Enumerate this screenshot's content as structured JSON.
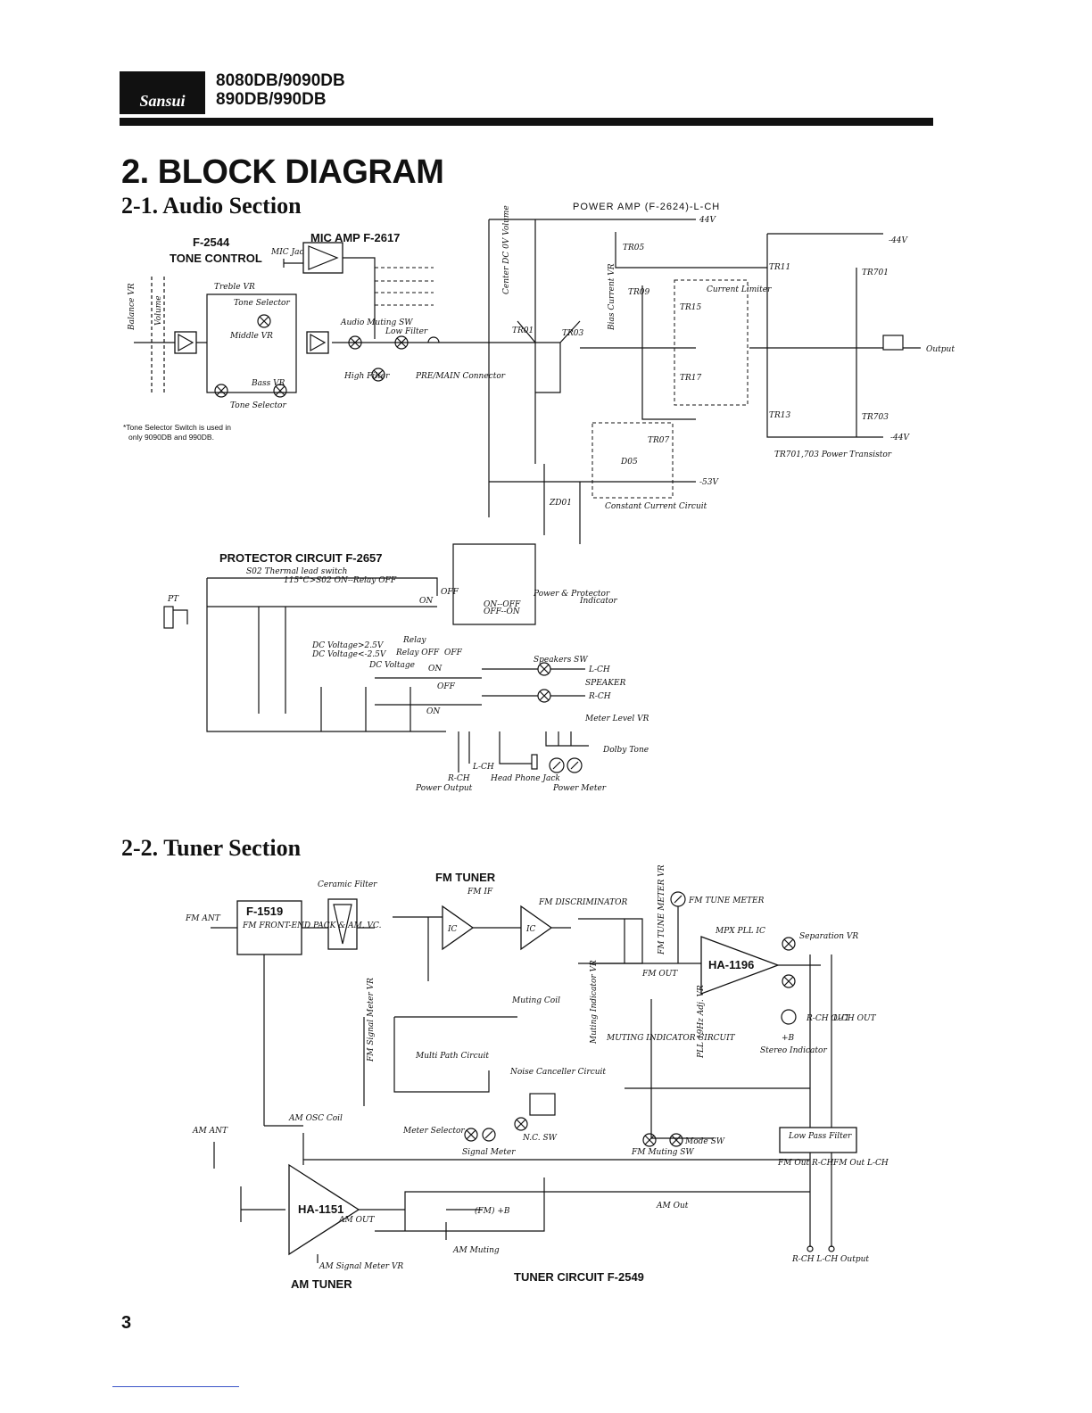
{
  "header": {
    "brand": "Sansui",
    "models_line1": "8080DB/9090DB",
    "models_line2": "890DB/990DB"
  },
  "page_title": "2. BLOCK DIAGRAM",
  "audio_section": {
    "heading": "2-1. Audio Section",
    "power_amp": "POWER AMP (F-2624)-L-CH",
    "tone_control_id": "F-2544",
    "tone_control": "TONE CONTROL",
    "mic_amp": "MIC AMP F-2617",
    "mic_jack": "MIC Jack",
    "treble_vr": "Treble VR",
    "tone_selector": "Tone Selector",
    "middle_vr": "Middle VR",
    "bass_vr": "Bass VR",
    "tone_selector_bottom": "Tone Selector",
    "balance_vr": "Balance VR",
    "volume": "Volume",
    "audio_muting_sw": "Audio Muting SW",
    "low_filter": "Low Filter",
    "high_filter": "High Filter",
    "pre_main": "PRE/MAIN Connector",
    "center_dc": "Center DC 0V Volume",
    "bias_current_vr": "Bias Current VR",
    "current_limiter": "Current Limiter",
    "constant_current": "Constant Current Circuit",
    "power_transistor": "TR701,703 Power Transistor",
    "output": "Output",
    "v_pos44": "44V",
    "v_pos44b": "-44V",
    "v_neg44": "-44V",
    "v_neg53": "-53V",
    "tr01": "TR01",
    "tr03": "TR03",
    "tr05": "TR05",
    "tr07": "TR07",
    "tr09": "TR09",
    "tr11": "TR11",
    "tr13": "TR13",
    "tr15": "TR15",
    "tr17": "TR17",
    "tr701": "TR701",
    "tr703": "TR703",
    "d05": "D05",
    "zd01": "ZD01",
    "footnote_1": "*Tone Selector Switch is used in",
    "footnote_2": "only 9090DB and 990DB."
  },
  "protector": {
    "title": "PROTECTOR CIRCUIT F-2657",
    "thermal": "S02 Thermal lead switch",
    "thermal_note": "115°C>S02 ON--Relay OFF",
    "pt": "PT",
    "on": "ON",
    "off": "OFF",
    "relay": "Relay",
    "dc_pos": "DC Voltage>2.5V",
    "dc_neg": "DC Voltage<-2.5V",
    "relay_off": "Relay OFF",
    "dc_voltage": "DC Voltage",
    "power_protector": "Power & Protector",
    "indicator": "Indicator",
    "on_off": "ON--OFF",
    "off_on": "OFF--ON",
    "speakers_sw": "Speakers SW",
    "l_ch": "L-CH",
    "speaker": "SPEAKER",
    "r_ch": "R-CH",
    "meter_level": "Meter Level VR",
    "dolby_tone": "Dolby Tone",
    "l_ch_out": "L-CH",
    "r_ch_out": "R-CH",
    "power_output": "Power Output",
    "headphone": "Head Phone Jack",
    "power_meter": "Power Meter"
  },
  "tuner_section": {
    "heading": "2-2. Tuner Section",
    "fm_tuner": "FM TUNER",
    "fm_if": "FM IF",
    "ceramic_filter": "Ceramic Filter",
    "front_end_id": "F-1519",
    "front_end": "FM FRONT-END PACK & AM. VC.",
    "fm_ant": "FM ANT",
    "ic": "IC",
    "fm_discriminator": "FM DISCRIMINATOR",
    "fm_tune_meter_vr": "FM TUNE METER VR",
    "fm_tune_meter": "FM TUNE METER",
    "mpx": "MPX PLL IC",
    "ha1196": "HA-1196",
    "separation_vr": "Separation VR",
    "fm_out": "FM OUT",
    "muting_coil": "Muting Coil",
    "muting_indicator_vr": "Muting Indicator VR",
    "fm_signal_meter_vr": "FM Signal Meter VR",
    "multi_path": "Multi Path Circuit",
    "noise_canceller": "Noise Canceller Circuit",
    "muting_indicator_circuit": "MUTING INDICATOR CIRCUIT",
    "pll_adj": "PLL 19Hz Adj. VR",
    "stereo_indicator": "Stereo Indicator",
    "r_ch_out": "R-CH OUT",
    "l_ch_out": "L-CH OUT",
    "plus_b": "+B",
    "am_osc_coil": "AM OSC Coil",
    "am_ant": "AM ANT",
    "meter_selector": "Meter Selector",
    "signal_meter": "Signal Meter",
    "nc_sw": "N.C. SW",
    "fm_muting_sw": "FM Muting SW",
    "mode_sw": "Mode SW",
    "low_pass": "Low Pass Filter",
    "fm_out_r": "FM Out R-CH",
    "fm_out_l": "FM Out L-CH",
    "ha1151": "HA-1151",
    "am_out_ic": "AM OUT",
    "am_out": "AM Out",
    "fm_b": "(FM) +B",
    "am_muting": "AM Muting",
    "am_signal_meter_vr": "AM Signal Meter VR",
    "am_tuner": "AM TUNER",
    "tuner_circuit": "TUNER CIRCUIT F-2549",
    "output": "R-CH L-CH Output"
  },
  "page_number": "3"
}
